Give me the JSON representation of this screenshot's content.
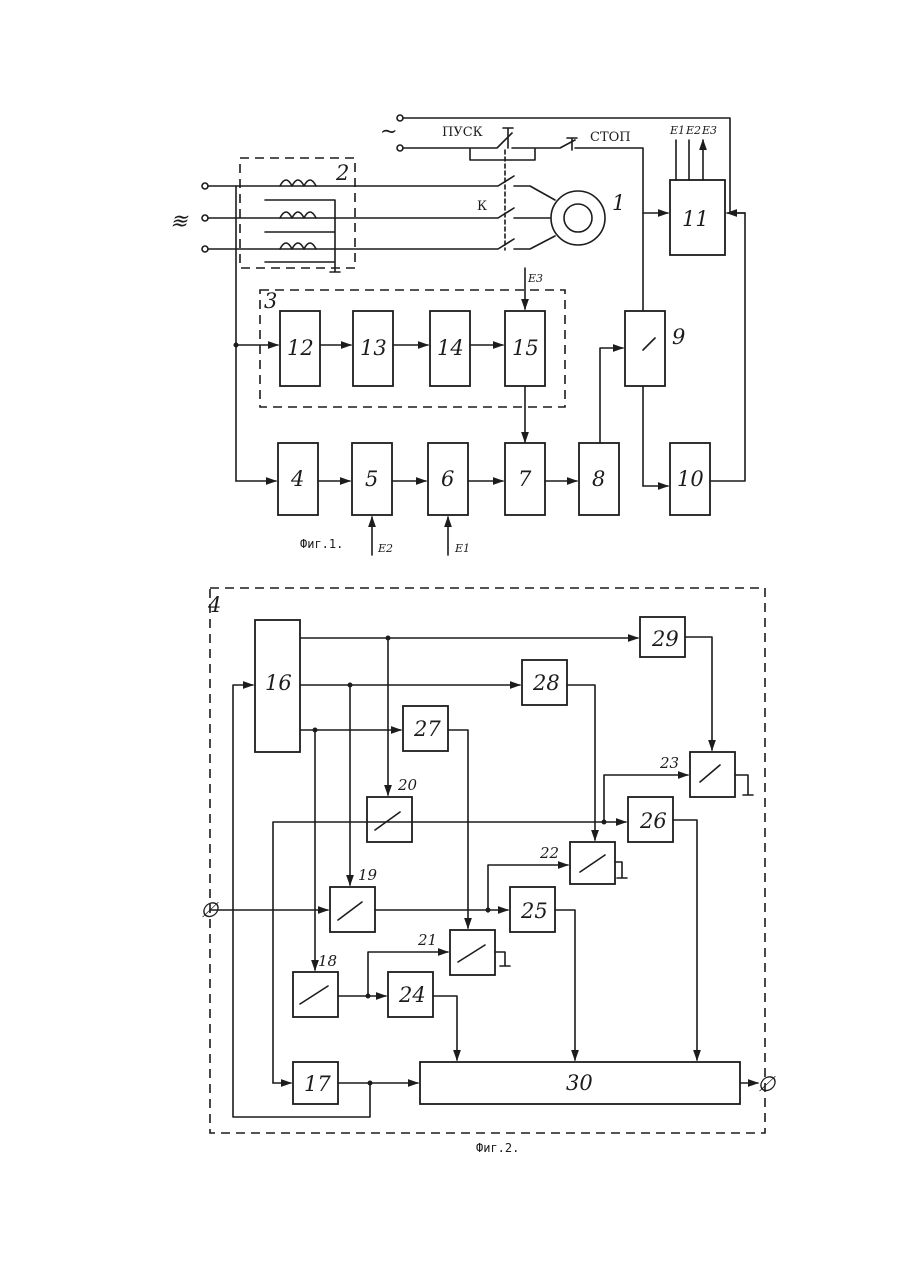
{
  "figure1": {
    "caption": "Фиг.1.",
    "labels": {
      "pusk": "ПУСК",
      "stop": "СТОП",
      "k": "К",
      "ac_single": "~",
      "ac_three": "≋",
      "e1": "E1",
      "e2": "E2",
      "e3": "E3",
      "e1_out": "E1",
      "e2_out": "E2",
      "e3_out": "E3"
    },
    "blocks": {
      "b1": "1",
      "b2": "2",
      "b3": "3",
      "b4": "4",
      "b5": "5",
      "b6": "6",
      "b7": "7",
      "b8": "8",
      "b9": "9",
      "b10": "10",
      "b11": "11",
      "b12": "12",
      "b13": "13",
      "b14": "14",
      "b15": "15"
    }
  },
  "figure2": {
    "caption": "Фиг.2.",
    "frame_label": "4",
    "blocks": {
      "b16": "16",
      "b17": "17",
      "b18": "18",
      "b19": "19",
      "b20": "20",
      "b21": "21",
      "b22": "22",
      "b23": "23",
      "b24": "24",
      "b25": "25",
      "b26": "26",
      "b27": "27",
      "b28": "28",
      "b29": "29",
      "b30": "30"
    },
    "terminal_in": "∅",
    "terminal_out": "∅"
  }
}
